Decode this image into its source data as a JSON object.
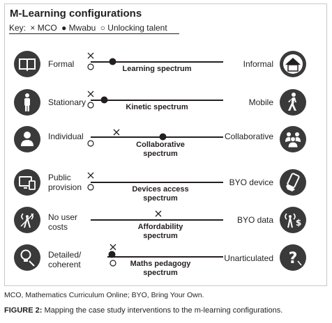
{
  "title": "M-Learning configurations",
  "key": {
    "prefix": "Key:",
    "items": [
      {
        "symbol": "×",
        "label": "MCO",
        "icon": "cross"
      },
      {
        "symbol": "●",
        "label": "Mwabu",
        "icon": "filled-circle"
      },
      {
        "symbol": "○",
        "label": "Unlocking talent",
        "icon": "open-circle"
      }
    ]
  },
  "rows": [
    {
      "left_label": "Formal",
      "right_label": "Informal",
      "spectrum": "Learning spectrum",
      "left_icon": "book-icon",
      "right_icon": "house-icon"
    },
    {
      "left_label": "Stationary",
      "right_label": "Mobile",
      "spectrum": "Kinetic spectrum",
      "left_icon": "standing-person-icon",
      "right_icon": "walking-person-icon"
    },
    {
      "left_label": "Individual",
      "right_label": "Collaborative",
      "spectrum": "Collaborative\nspectrum",
      "left_icon": "single-person-icon",
      "right_icon": "group-icon"
    },
    {
      "left_label": "Public\nprovision",
      "right_label": "BYO device",
      "spectrum": "Devices access\nspectrum",
      "left_icon": "monitor-icon",
      "right_icon": "phone-in-hand-icon"
    },
    {
      "left_label": "No user\ncosts",
      "right_label": "BYO data",
      "spectrum": "Affordability\nspectrum",
      "left_icon": "free-signal-icon",
      "right_icon": "paid-signal-icon"
    },
    {
      "left_label": "Detailed/\ncoherent",
      "right_label": "Unarticulated",
      "spectrum": "Maths pedagogy\nspectrum",
      "left_icon": "lightbulb-icon",
      "right_icon": "question-icon"
    }
  ],
  "caption": "MCO, Mathematics Curriculum Online; BYO, Bring Your Own.",
  "figure": {
    "label": "FIGURE 2:",
    "text": " Mapping the case study interventions to the m-learning configurations."
  }
}
